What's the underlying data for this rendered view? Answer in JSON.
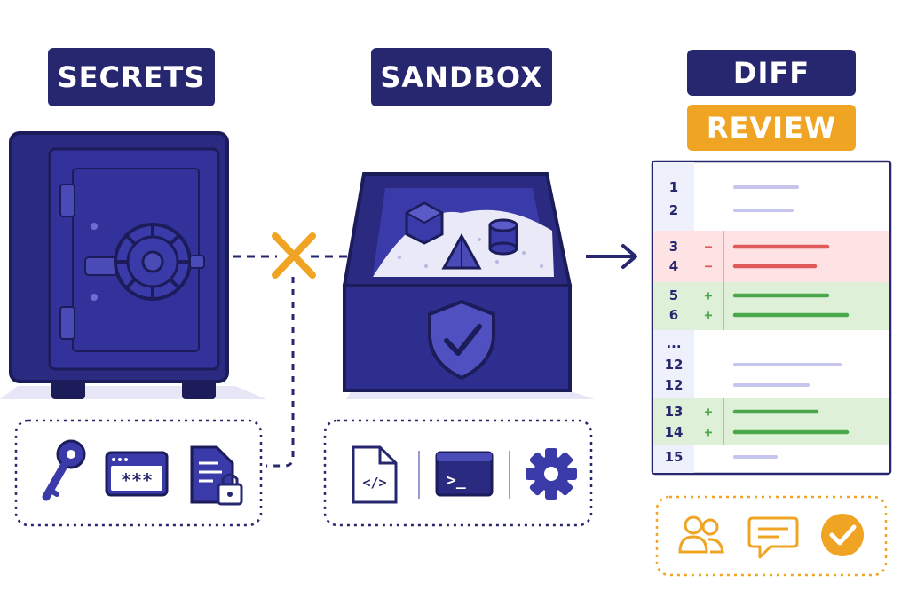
{
  "labels": {
    "secrets": "SECRETS",
    "sandbox": "SANDBOX",
    "diff": "DIFF",
    "review": "REVIEW"
  },
  "secrets_tray": {
    "items": [
      {
        "icon": "key-icon"
      },
      {
        "icon": "password-field-icon",
        "text": "***"
      },
      {
        "icon": "locked-document-icon"
      }
    ]
  },
  "sandbox_tray": {
    "items": [
      {
        "icon": "code-file-icon",
        "text": "</>"
      },
      {
        "icon": "terminal-icon",
        "text": ">_"
      },
      {
        "icon": "gear-icon"
      }
    ]
  },
  "review_tray": {
    "items": [
      {
        "icon": "users-icon"
      },
      {
        "icon": "comment-icon"
      },
      {
        "icon": "approve-check-icon"
      }
    ]
  },
  "blocked_marker": {
    "icon": "blocked-x-icon"
  },
  "diff_lines": [
    {
      "num": "1",
      "sign": "",
      "kind": "context"
    },
    {
      "num": "2",
      "sign": "",
      "kind": "context"
    },
    {
      "num": "3",
      "sign": "−",
      "kind": "removed"
    },
    {
      "num": "4",
      "sign": "−",
      "kind": "removed"
    },
    {
      "num": "5",
      "sign": "+",
      "kind": "added"
    },
    {
      "num": "6",
      "sign": "+",
      "kind": "added"
    },
    {
      "num": "...",
      "sign": "",
      "kind": "gap"
    },
    {
      "num": "12",
      "sign": "",
      "kind": "context"
    },
    {
      "num": "12",
      "sign": "",
      "kind": "context"
    },
    {
      "num": "13",
      "sign": "+",
      "kind": "added"
    },
    {
      "num": "14",
      "sign": "+",
      "kind": "added"
    },
    {
      "num": "15",
      "sign": "",
      "kind": "context"
    }
  ],
  "colors": {
    "navy": "#27276f",
    "indigo": "#34349a",
    "amber": "#f0a424",
    "removed_bg": "#fde3e3",
    "removed_line": "#e05a5a",
    "added_bg": "#dff0d9",
    "added_line": "#4aa84a",
    "context_line": "#c5c5ee"
  }
}
